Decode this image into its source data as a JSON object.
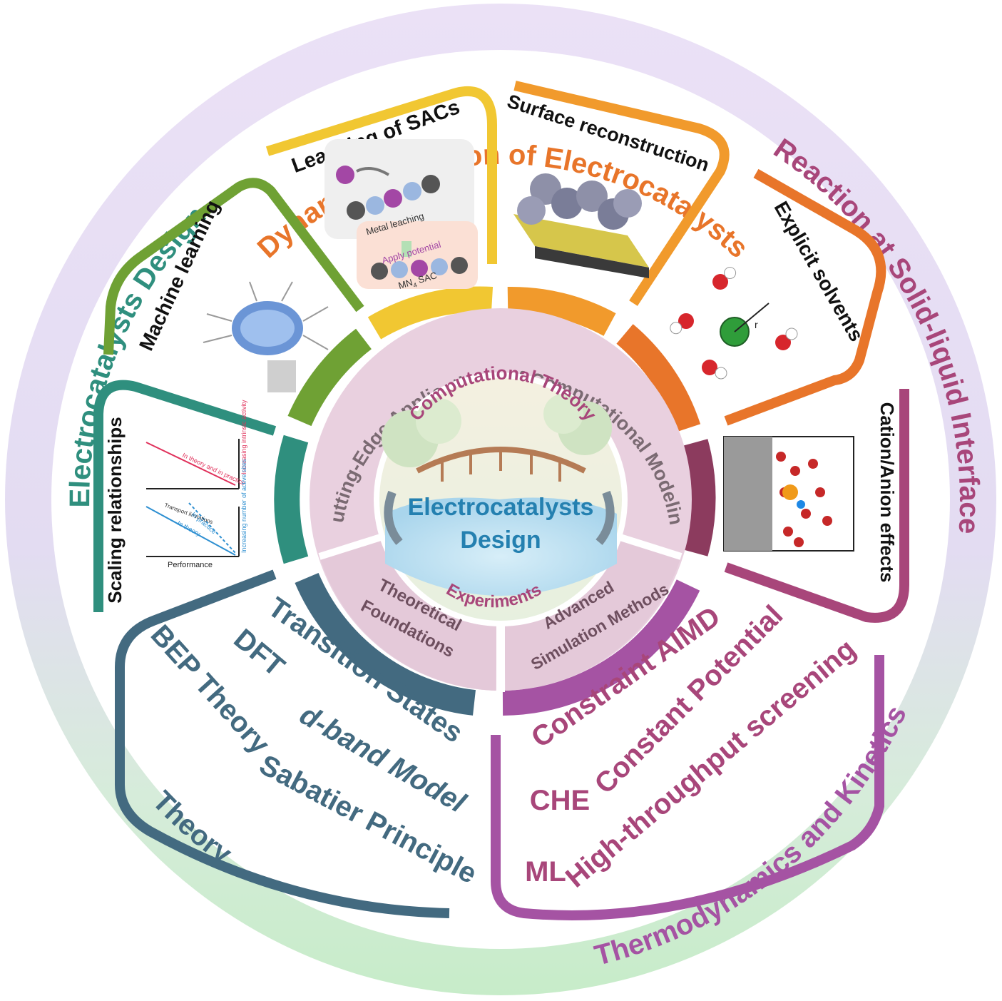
{
  "outer_ring": {
    "top": "Dynamic Evolution of Electrocatalysts",
    "left": "Electrocatalysts Design",
    "right": "Reaction at Solid-liquid Interface",
    "bottom_left": "Theory",
    "bottom_right": "Thermodynamics and Kinetics"
  },
  "panels": {
    "leaching": "Leaching of SACs",
    "leaching_sub1": "Metal leaching",
    "leaching_sub2": "Apply potential",
    "leaching_sub3": "MN",
    "leaching_sub3_sub": "4",
    "leaching_sub3_tail": " SAC",
    "surface": "Surface reconstruction",
    "solvents": "Explicit solvents",
    "solvents_r": "r",
    "cation": "Cation/Anion effects",
    "ml": "Machine learning",
    "scaling": "Scaling relationships",
    "scaling_labels": [
      "In theory and in practice",
      "Increasing intrinsic activity",
      "Transport limitations",
      "In practice",
      "In theory",
      "Increasing number of active sites",
      "Performance"
    ]
  },
  "inner": {
    "ring_top": "Cutting-Edge Applications of Computational Modeling",
    "theory_arc": "Computational Theory",
    "center": [
      "Electrocatalysts",
      "Design"
    ],
    "experiments": "Experiments",
    "theoretical": [
      "Theoretical",
      "Foundations"
    ],
    "advanced": [
      "Advanced",
      "Simulation Methods"
    ]
  },
  "theory_terms": [
    "Transition States",
    "DFT",
    "BEP Theory",
    "d-band Model",
    "Sabatier Principle"
  ],
  "method_terms": [
    "Constraint AIMD",
    "Constant Potential",
    "High-throughput screening",
    "CHE",
    "ML"
  ],
  "colors": {
    "orange": "#e8752a",
    "purple": "#a8467a",
    "teal": "#2f8f7e",
    "theory": "#436a80",
    "thermo": "#a553a3",
    "yellow": "#f1c732",
    "green": "#6fa134",
    "center_blue": "#2480b0"
  }
}
